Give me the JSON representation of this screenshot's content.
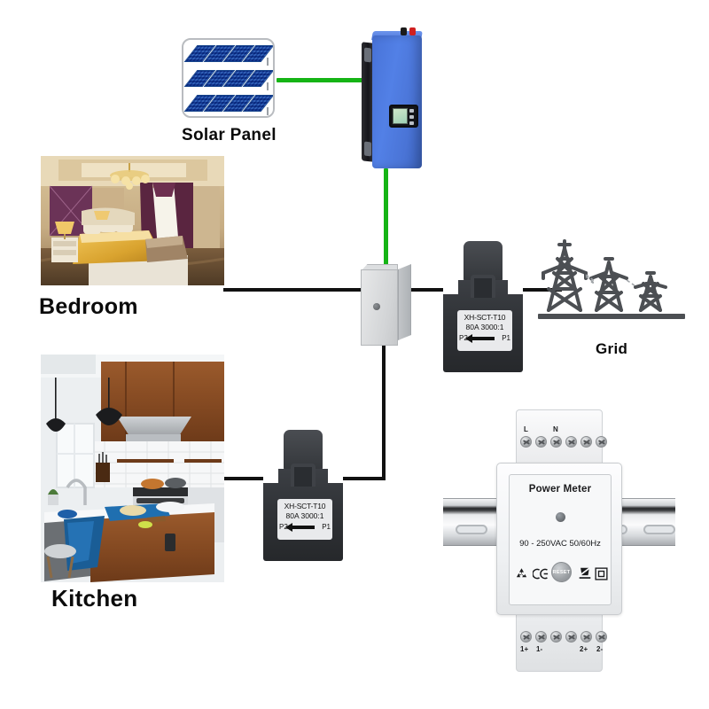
{
  "diagram": {
    "title": "Solar grid-tie system wiring diagram",
    "background": "#ffffff",
    "wire_color": "#111111",
    "dc_wire_color": "#15b415"
  },
  "solar": {
    "caption": "Solar Panel",
    "panel_rows": 3,
    "panels_per_row": 4,
    "panel_color": "#2f63b0"
  },
  "inverter": {
    "name": "grid-tie-inverter",
    "body_color": "#4f7ce0",
    "side_color": "#1a1a1f",
    "terminal_colors": [
      "#1b1b1b",
      "#d02020"
    ]
  },
  "junction_box": {
    "name": "distribution-box",
    "color": "#d7d9db"
  },
  "ct_grid": {
    "model": "XH-SCT-T10",
    "rating": "80A 3000:1",
    "terminal_left": "P2",
    "terminal_right": "P1",
    "body_color": "#303337"
  },
  "ct_load": {
    "model": "XH-SCT-T10",
    "rating": "80A 3000:1",
    "terminal_left": "P2",
    "terminal_right": "P1",
    "body_color": "#303337"
  },
  "grid": {
    "caption": "Grid",
    "pylon_count": 3,
    "color": "#4c4f53"
  },
  "rooms": [
    {
      "caption": "Bedroom",
      "name": "bedroom-photo"
    },
    {
      "caption": "Kitchen",
      "name": "kitchen-photo"
    }
  ],
  "power_meter": {
    "title": "Power Meter",
    "voltage": "90 - 250VAC 50/60Hz",
    "reset_label": "RESET",
    "top_terminals": [
      "L",
      "",
      "N",
      "",
      "",
      ""
    ],
    "bottom_terminals": [
      "1+",
      "1-",
      "",
      "",
      "2+",
      "2-"
    ],
    "symbols": [
      "recycle",
      "ce-mark",
      "reset-button",
      "weee-bin",
      "class-ii"
    ],
    "body_color": "#f2f3f4"
  }
}
